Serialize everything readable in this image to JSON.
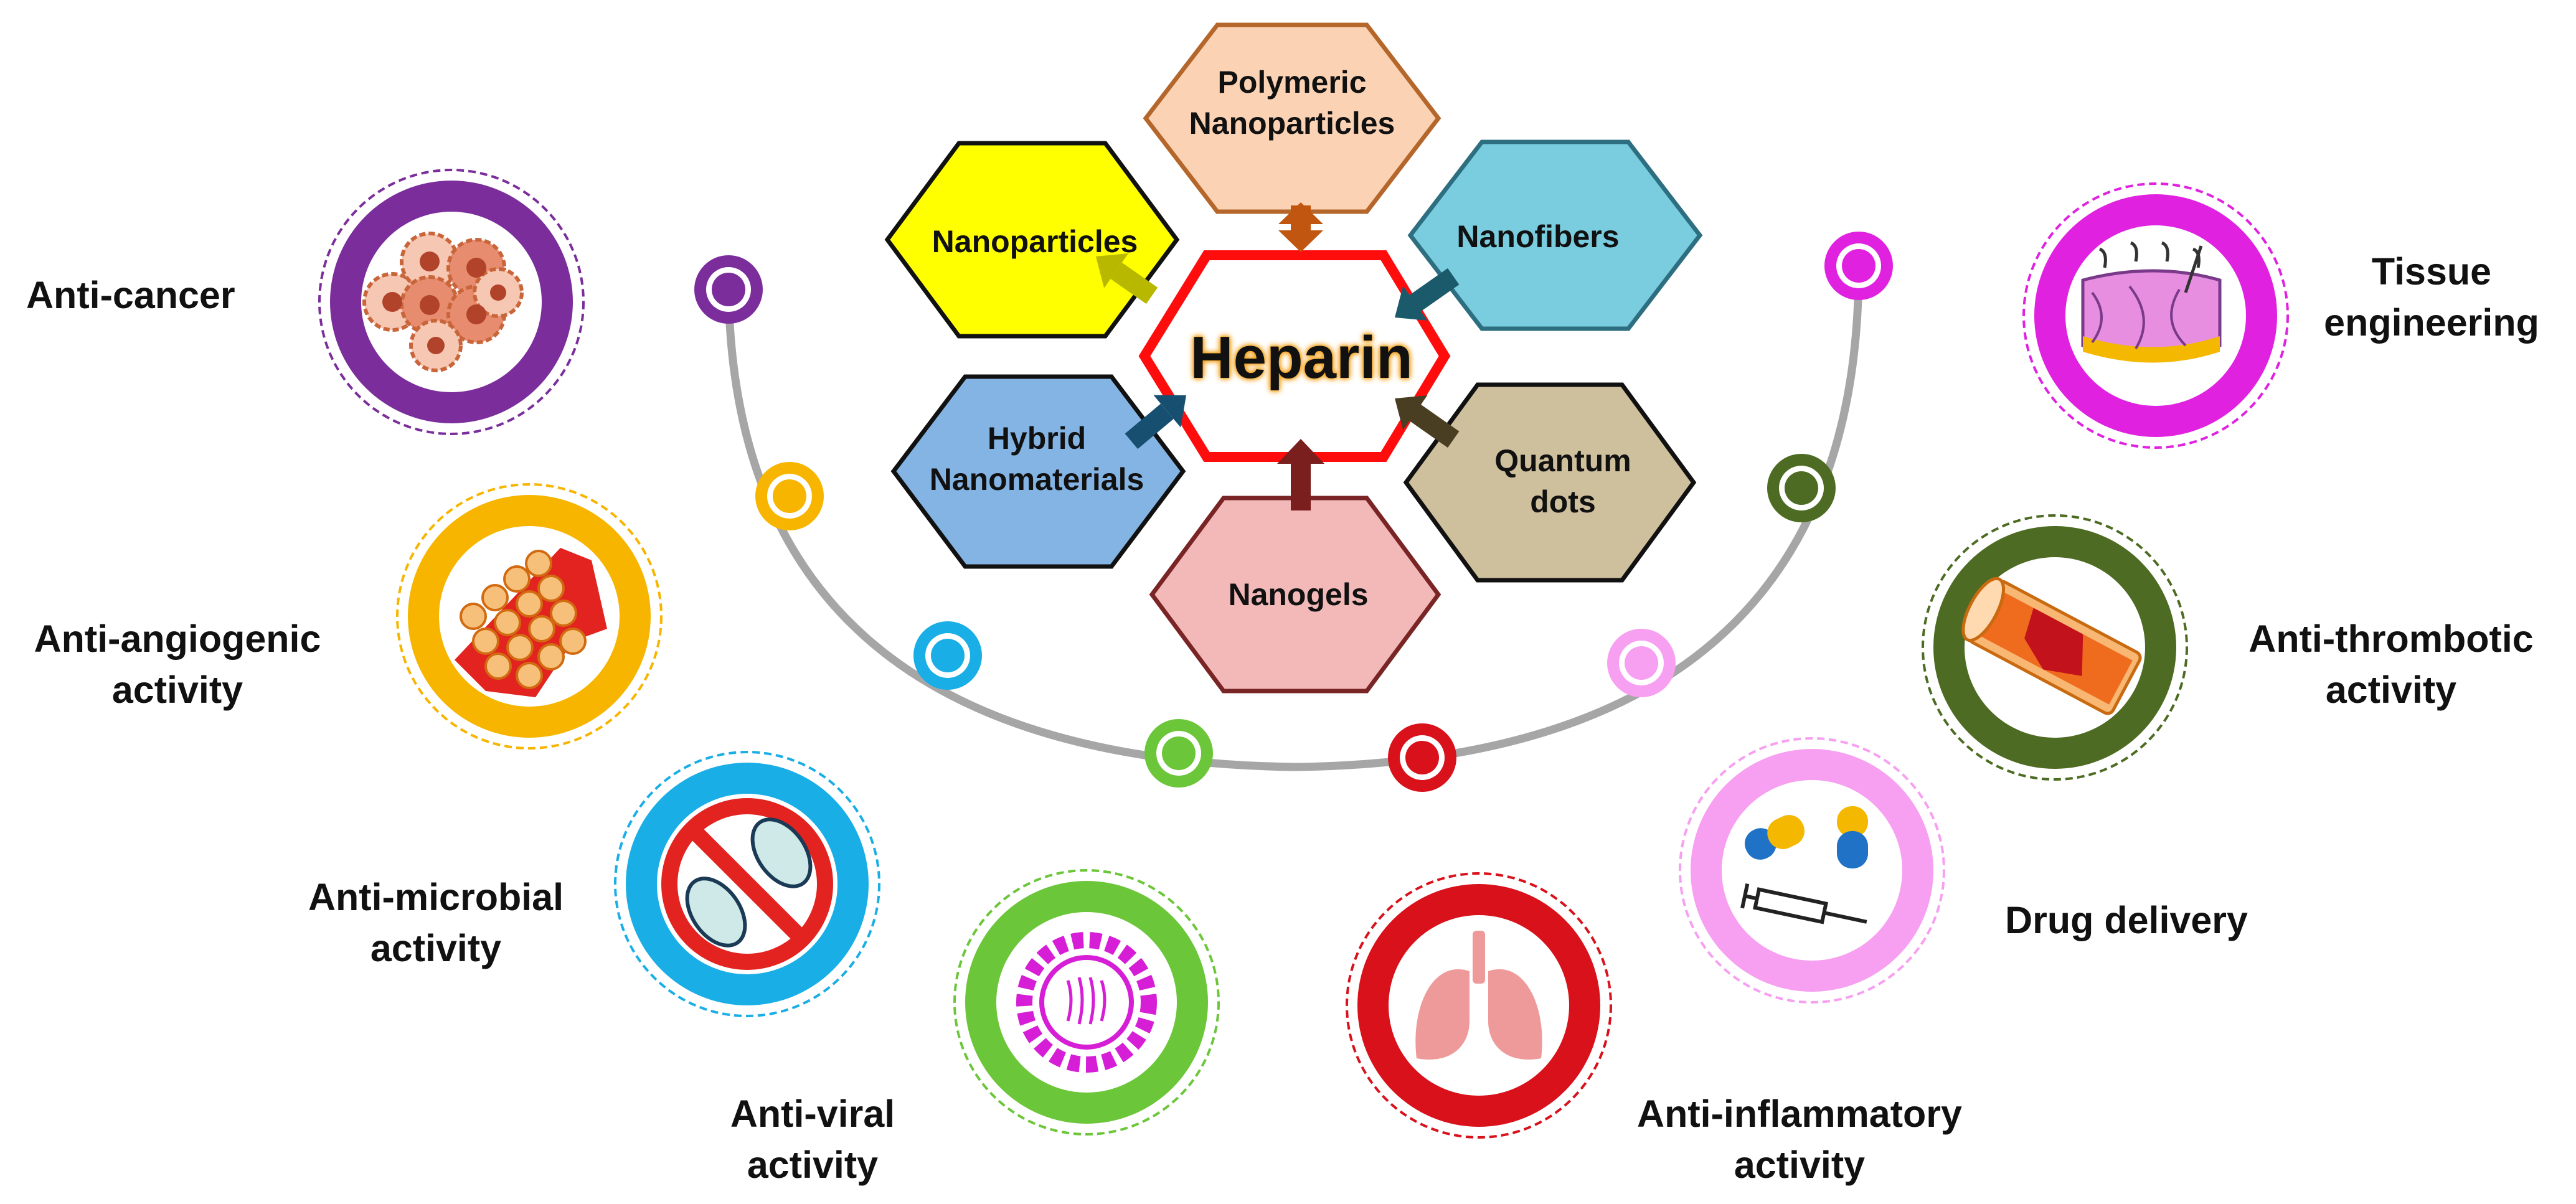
{
  "center": {
    "title": "Heparin"
  },
  "nanoforms": [
    {
      "key": "polymeric",
      "lines": [
        "Polymeric",
        "Nanoparticles"
      ],
      "fill": "#fbd3b4",
      "stroke": "#b5662a",
      "arrow": "#c0560f"
    },
    {
      "key": "nanoparticles",
      "lines": [
        "Nanoparticles"
      ],
      "fill": "#ffff00",
      "stroke": "#111111",
      "arrow": "#b8b800"
    },
    {
      "key": "nanofibers",
      "lines": [
        "Nanofibers"
      ],
      "fill": "#79cddf",
      "stroke": "#2d6f80",
      "arrow": "#1b5a6a"
    },
    {
      "key": "hybrid",
      "lines": [
        "Hybrid",
        "Nanomaterials"
      ],
      "fill": "#84b4e3",
      "stroke": "#111111",
      "arrow": "#174f70"
    },
    {
      "key": "quantum",
      "lines": [
        "Quantum",
        "dots"
      ],
      "fill": "#cfc09d",
      "stroke": "#111111",
      "arrow": "#4a3e22"
    },
    {
      "key": "nanogels",
      "lines": [
        "Nanogels"
      ],
      "fill": "#f3b9b9",
      "stroke": "#7a2525",
      "arrow": "#7a1e1e"
    }
  ],
  "activities": [
    {
      "key": "anti-cancer",
      "lines": [
        "Anti-cancer"
      ],
      "color": "#7b2e9b",
      "icon": "cancer-cells-icon"
    },
    {
      "key": "anti-angiogenic",
      "lines": [
        "Anti-angiogenic",
        "activity"
      ],
      "color": "#f7b500",
      "icon": "blood-vessel-cells-icon"
    },
    {
      "key": "anti-microbial",
      "lines": [
        "Anti-microbial",
        "activity"
      ],
      "color": "#19aee6",
      "icon": "no-bacteria-icon"
    },
    {
      "key": "anti-viral",
      "lines": [
        "Anti-viral",
        "activity"
      ],
      "color": "#6cc63a",
      "icon": "virus-icon"
    },
    {
      "key": "anti-inflammatory",
      "lines": [
        "Anti-inflammatory",
        "activity"
      ],
      "color": "#d8111b",
      "icon": "lungs-icon"
    },
    {
      "key": "drug-delivery",
      "lines": [
        "Drug delivery"
      ],
      "color": "#f79ff0",
      "icon": "capsule-syringe-icon"
    },
    {
      "key": "anti-thrombotic",
      "lines": [
        "Anti-thrombotic",
        "activity"
      ],
      "color": "#4d6b22",
      "icon": "blood-clot-vessel-icon"
    },
    {
      "key": "tissue-engineering",
      "lines": [
        "Tissue",
        "engineering"
      ],
      "color": "#e022e0",
      "icon": "skin-tissue-icon"
    }
  ]
}
